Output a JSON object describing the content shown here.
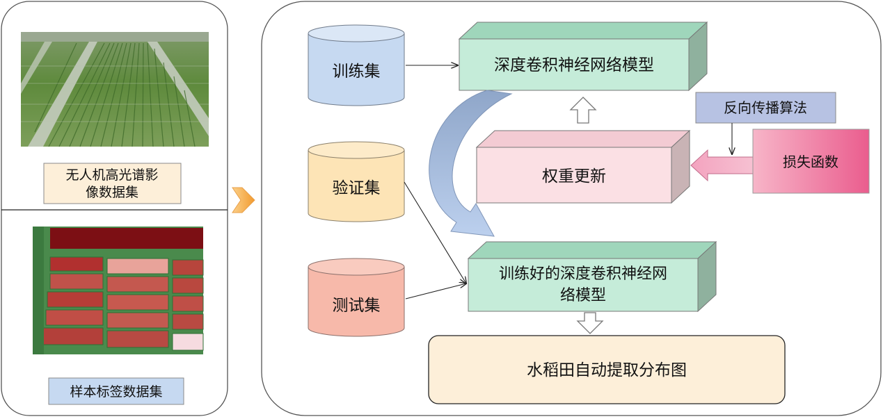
{
  "left_panel": {
    "uav_dataset_label_line1": "无人机高光谱影",
    "uav_dataset_label_line2": "像数据集",
    "sample_dataset_label": "样本标签数据集"
  },
  "datasets": {
    "train": "训练集",
    "validation": "验证集",
    "test": "测试集"
  },
  "boxes": {
    "cnn_model": "深度卷积神经网络模型",
    "backprop": "反向传播算法",
    "weight_update": "权重更新",
    "loss_function": "损失函数",
    "trained_model_line1": "训练好的深度卷积神经网",
    "trained_model_line2": "络模型",
    "output": "水稻田自动提取分布图"
  },
  "colors": {
    "train_cylinder": "#c6d9f1",
    "validation_cylinder": "#fde4b6",
    "test_cylinder": "#f7b9aa",
    "model_box": "#c5ecd9",
    "weight_box": "#fbe0e4",
    "loss_box": "#ee7ea3",
    "backprop_box": "#b7c2e3",
    "output_box": "#fdefd9",
    "uav_label_bg": "#fdefd9",
    "sample_label_bg": "#c6d9f1"
  }
}
